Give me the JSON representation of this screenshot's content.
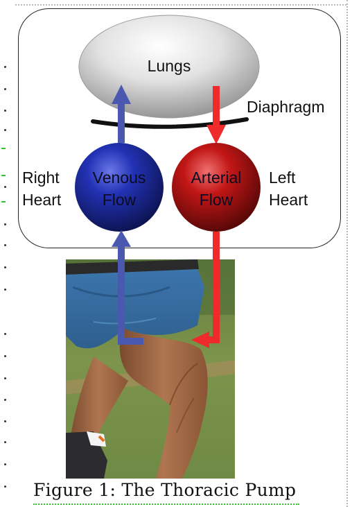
{
  "diagram": {
    "lungs_label": "Lungs",
    "diaphragm_label": "Diaphragm",
    "right_heart_label": [
      "Right",
      "Heart"
    ],
    "left_heart_label": [
      "Left",
      "Heart"
    ],
    "venous_label": [
      "Venous",
      "Flow"
    ],
    "arterial_label": [
      "Arterial",
      "Flow"
    ],
    "colors": {
      "venous": "#4a58b0",
      "arterial": "#ee2a2a",
      "venous_ball": "#1c2a9a",
      "arterial_ball": "#c01414",
      "lungs": "#d0d0d0"
    }
  },
  "photo": {
    "icon": "runner-leg-photo"
  },
  "caption": {
    "text": "Figure 1: The Thoracic Pump"
  }
}
